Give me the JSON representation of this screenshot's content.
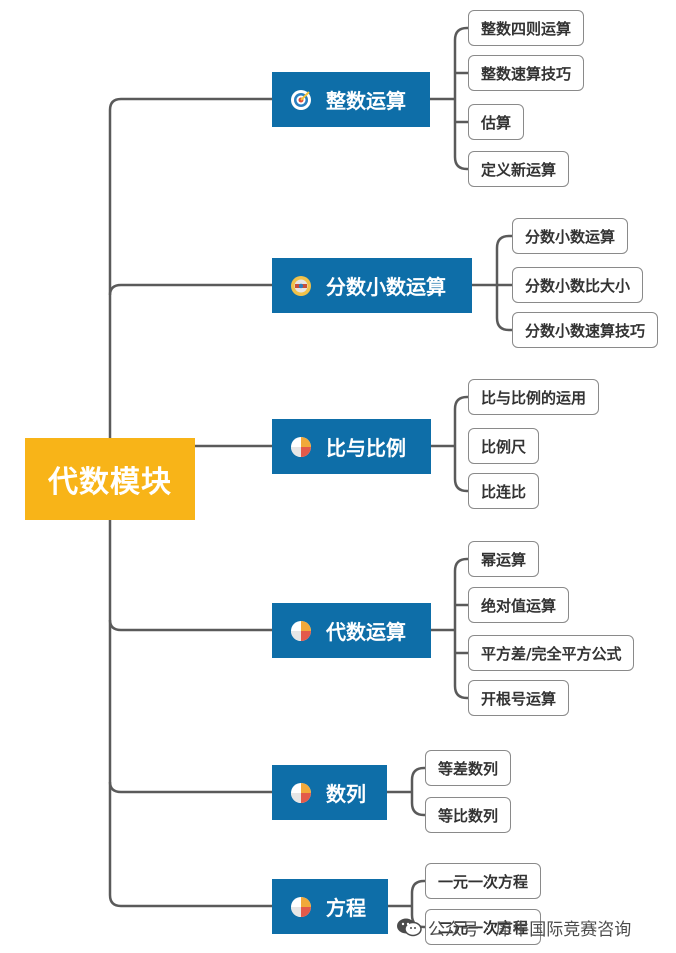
{
  "header": {
    "text": ""
  },
  "root": {
    "label": "代数模块"
  },
  "branches": [
    {
      "label": "整数运算",
      "icon": "target-icon",
      "leaves": [
        "整数四则运算",
        "整数速算技巧",
        "估算",
        "定义新运算"
      ]
    },
    {
      "label": "分数小数运算",
      "icon": "badge-icon",
      "leaves": [
        "分数小数运算",
        "分数小数比大小",
        "分数小数速算技巧"
      ]
    },
    {
      "label": "比与比例",
      "icon": "pie-chart-icon",
      "leaves": [
        "比与比例的运用",
        "比例尺",
        "比连比"
      ]
    },
    {
      "label": "代数运算",
      "icon": "pie-chart-icon",
      "leaves": [
        "幂运算",
        "绝对值运算",
        "平方差/完全平方公式",
        "开根号运算"
      ]
    },
    {
      "label": "数列",
      "icon": "pie-chart-icon",
      "leaves": [
        "等差数列",
        "等比数列"
      ]
    },
    {
      "label": "方程",
      "icon": "pie-chart-icon",
      "leaves": [
        "一元一次方程",
        "二元一次方程"
      ]
    }
  ],
  "watermark": {
    "text": "公众号 · 犀牛国际竞赛咨询"
  },
  "colors": {
    "root": "#f8b418",
    "branch": "#0e6ea8",
    "connector": "#5a5a5a"
  }
}
